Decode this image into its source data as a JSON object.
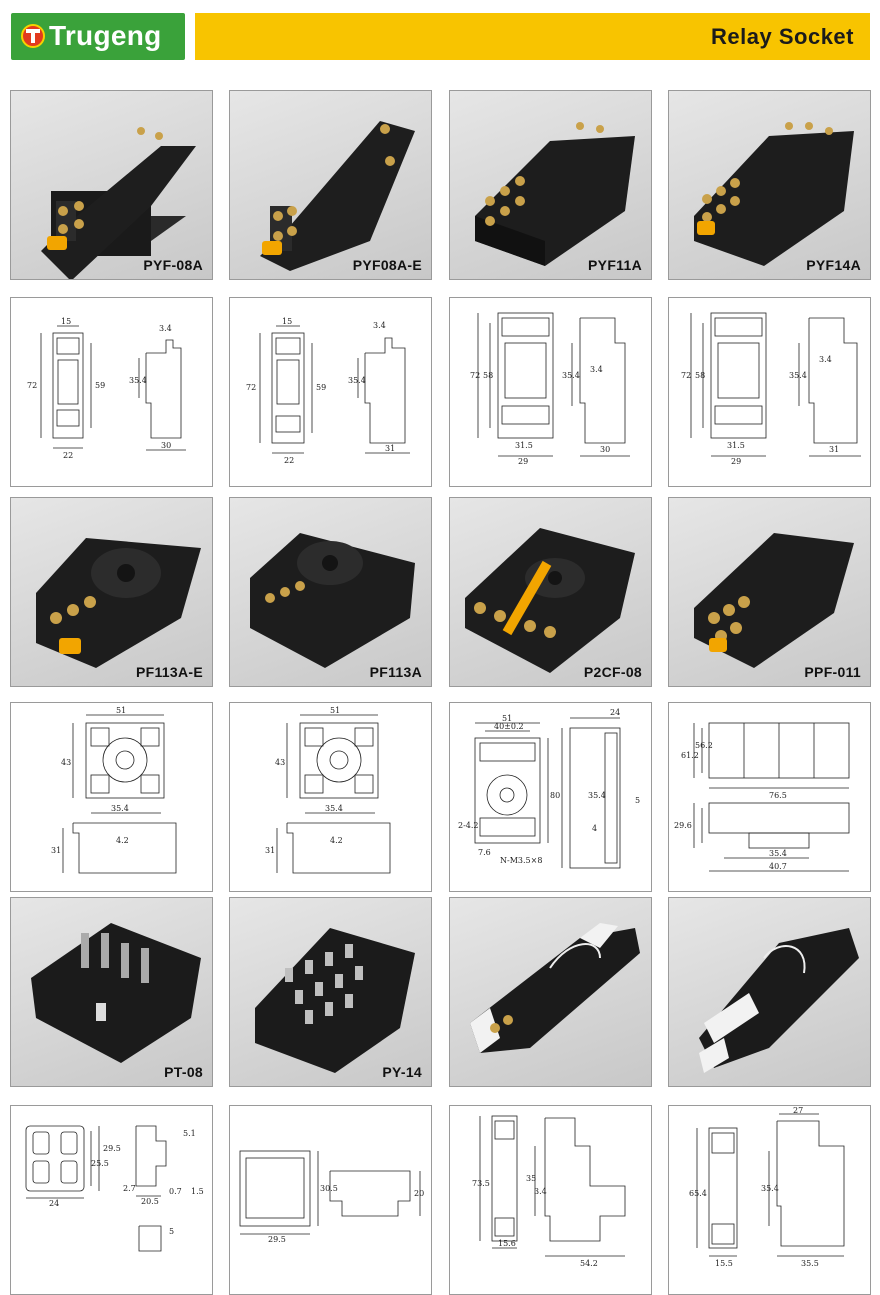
{
  "brand": {
    "name": "Trugeng",
    "color": "#3aa23a"
  },
  "header": {
    "title": "Relay Socket",
    "color": "#f8c400"
  },
  "products": [
    {
      "model": "PYF-08A"
    },
    {
      "model": "PYF08A-E"
    },
    {
      "model": "PYF11A"
    },
    {
      "model": "PYF14A"
    },
    {
      "model": "PF113A-E"
    },
    {
      "model": "PF113A"
    },
    {
      "model": "P2CF-08"
    },
    {
      "model": "PPF-011"
    },
    {
      "model": "PT-08"
    },
    {
      "model": "PY-14"
    }
  ],
  "drawings": {
    "pyf08a": {
      "w": "15",
      "h": "72",
      "inner": "59",
      "side": "3.4",
      "mount": "35.4",
      "base": "22",
      "depth": "30"
    },
    "pyf08ae": {
      "w": "15",
      "h": "72",
      "inner": "59",
      "side": "3.4",
      "mount": "35.4",
      "base": "22",
      "depth": "31"
    },
    "pyf11a": {
      "h": "72",
      "inner": "58",
      "side": "3.4",
      "mount": "35.4",
      "base1": "31.5",
      "base2": "29",
      "depth": "30"
    },
    "pyf14a": {
      "h": "72",
      "inner": "58",
      "side": "3.4",
      "mount": "35.4",
      "base1": "31.5",
      "base2": "29",
      "depth": "31"
    },
    "pf113ae": {
      "w": "51",
      "h": "43",
      "mount": "35.4",
      "depth": "31",
      "side": "4.2"
    },
    "pf113a": {
      "w": "51",
      "h": "43",
      "mount": "35.4",
      "depth": "31",
      "side": "4.2"
    },
    "p2cf08": {
      "w": "51",
      "w2": "40±0.2",
      "d": "24",
      "h": "80",
      "hole": "N-M3.5×8",
      "a": "35.4",
      "b": "5",
      "c": "4",
      "e": "2-4.2",
      "f": "7.6"
    },
    "ppf011": {
      "a": "61.2",
      "b": "56.2",
      "c": "76.5",
      "d": "29.6",
      "e": "35.4",
      "f": "40.7"
    },
    "pt08": {
      "w": "24",
      "h": "29.5",
      "h2": "25.5",
      "d": "20.5",
      "s": "5.1",
      "t": "2.7",
      "u": "0.7",
      "v": "1.5",
      "w3": "5"
    },
    "py14": {
      "w": "29.5",
      "h": "30.5",
      "d": "20"
    },
    "slim1": {
      "h": "73.5",
      "w": "15.6",
      "m": "35",
      "s": "3.4",
      "d": "54.2"
    },
    "slim2": {
      "h": "65.4",
      "w": "15.5",
      "m": "35.4",
      "d": "35.5",
      "t": "27"
    }
  }
}
